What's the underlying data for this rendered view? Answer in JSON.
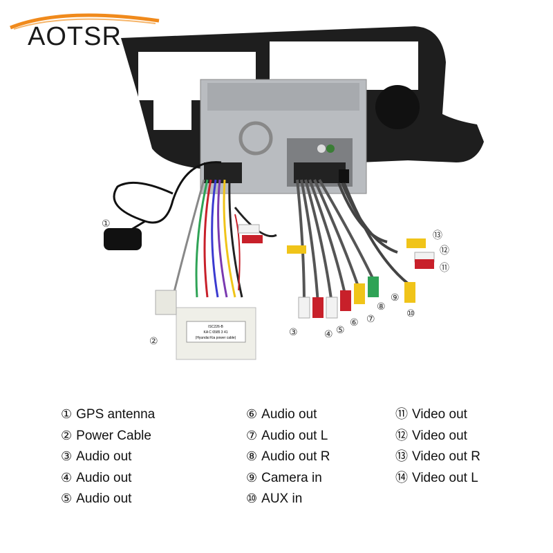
{
  "brand": {
    "name": "AOTSR",
    "swoosh_color": "#f08a1c"
  },
  "callouts": [
    "①",
    "②",
    "③",
    "④",
    "⑤",
    "⑥",
    "⑦",
    "⑧",
    "⑨",
    "⑩",
    "⑪",
    "⑫",
    "⑬"
  ],
  "label_text": {
    "line1": "ISC226-B",
    "line2": "KA C 6585 3 41",
    "line3": "(Hyundai Kia power cable)"
  },
  "legend": {
    "col1": [
      {
        "num": "①",
        "text": "GPS antenna"
      },
      {
        "num": "②",
        "text": "Power Cable"
      },
      {
        "num": "③",
        "text": "Audio out"
      },
      {
        "num": "④",
        "text": "Audio out"
      },
      {
        "num": "⑤",
        "text": "Audio out"
      }
    ],
    "col2": [
      {
        "num": "⑥",
        "text": "Audio out"
      },
      {
        "num": "⑦",
        "text": "Audio out L"
      },
      {
        "num": "⑧",
        "text": "Audio out R"
      },
      {
        "num": "⑨",
        "text": "Camera in"
      },
      {
        "num": "⑩",
        "text": "AUX in"
      }
    ],
    "col3": [
      {
        "num": "⑪",
        "text": "Video out"
      },
      {
        "num": "⑫",
        "text": "Video out"
      },
      {
        "num": "⑬",
        "text": "Video out R"
      },
      {
        "num": "⑭",
        "text": "Video out L"
      }
    ]
  },
  "colors": {
    "red": "#c8202a",
    "white": "#f2f2f2",
    "yellow": "#f0c419",
    "green": "#2fa356",
    "frame": "#222222",
    "metal": "#b9bcc0"
  }
}
